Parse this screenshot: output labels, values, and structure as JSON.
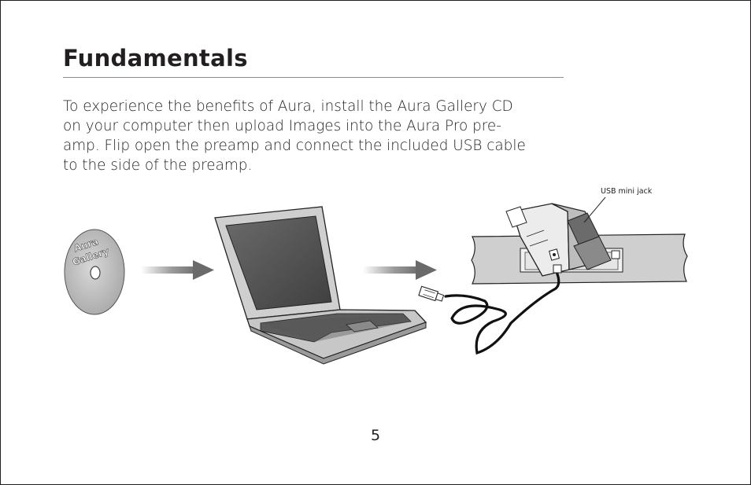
{
  "heading": "Fundamentals",
  "paragraph_lines": [
    "To experience the benefits of Aura, install the Aura Gallery CD",
    "on your computer then upload Images into the Aura Pro pre-",
    "amp. Flip open the preamp and connect the included USB cable",
    "to the side of the preamp."
  ],
  "illustration": {
    "cd_label_line1": "Aura",
    "cd_label_line2": "Gallery",
    "callout": "USB mini jack"
  },
  "page_number": "5"
}
